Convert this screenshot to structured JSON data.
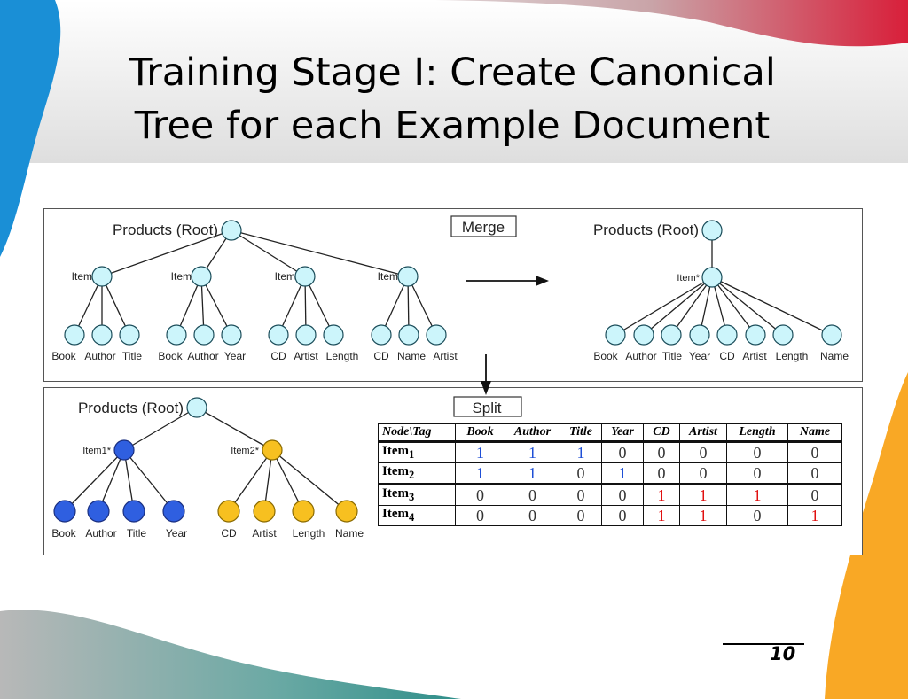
{
  "slide": {
    "title_line1": "Training Stage I: Create Canonical",
    "title_line2": "Tree for each Example Document",
    "page_number": "10"
  },
  "top_panel": {
    "left_tree": {
      "root": "Products (Root)",
      "items": [
        "Item",
        "Item",
        "Item",
        "Item"
      ],
      "leaves": [
        [
          "Book",
          "Author",
          "Title"
        ],
        [
          "Book",
          "Author",
          "Year"
        ],
        [
          "CD",
          "Artist",
          "Length"
        ],
        [
          "CD",
          "Name",
          "Artist"
        ]
      ]
    },
    "merge_label": "Merge",
    "right_tree": {
      "root": "Products (Root)",
      "item": "Item*",
      "leaves": [
        "Book",
        "Author",
        "Title",
        "Year",
        "CD",
        "Artist",
        "Length",
        "Name"
      ]
    }
  },
  "bottom_panel": {
    "split_label": "Split",
    "tree": {
      "root": "Products (Root)",
      "item1": "Item1*",
      "item2": "Item2*",
      "item1_leaves": [
        "Book",
        "Author",
        "Title",
        "Year"
      ],
      "item2_leaves": [
        "CD",
        "Artist",
        "Length",
        "Name"
      ]
    },
    "table": {
      "corner": "Node\\Tag",
      "columns": [
        "Book",
        "Author",
        "Title",
        "Year",
        "CD",
        "Artist",
        "Length",
        "Name"
      ],
      "rows": [
        {
          "label": "Item",
          "sub": "1",
          "values": [
            "1",
            "1",
            "1",
            "0",
            "0",
            "0",
            "0",
            "0"
          ]
        },
        {
          "label": "Item",
          "sub": "2",
          "values": [
            "1",
            "1",
            "0",
            "1",
            "0",
            "0",
            "0",
            "0"
          ]
        },
        {
          "label": "Item",
          "sub": "3",
          "values": [
            "0",
            "0",
            "0",
            "0",
            "1",
            "1",
            "1",
            "0"
          ]
        },
        {
          "label": "Item",
          "sub": "4",
          "values": [
            "0",
            "0",
            "0",
            "0",
            "1",
            "1",
            "0",
            "1"
          ]
        }
      ]
    }
  },
  "colors": {
    "node_light": "#ccf5fb",
    "node_blue": "#2f5fe0",
    "node_yellow": "#f7c020",
    "value_blue": "#1f4fd6",
    "value_red": "#e01010",
    "accent_orange": "#f9a825",
    "accent_blue": "#1a8fd6",
    "accent_red": "#d8263a"
  }
}
